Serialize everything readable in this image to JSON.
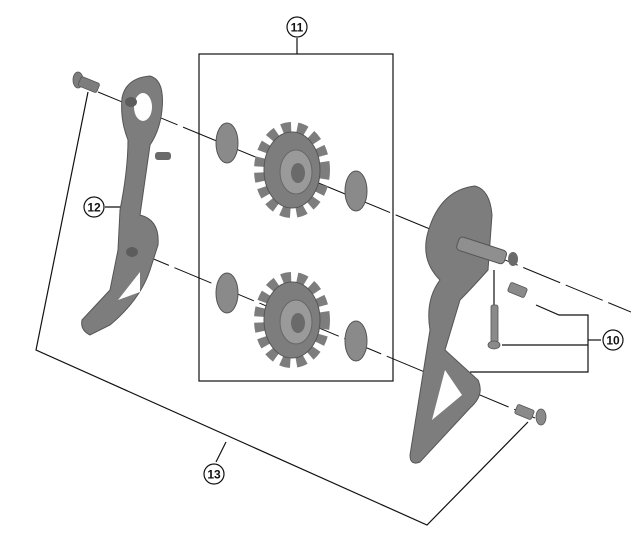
{
  "diagram": {
    "callouts": [
      {
        "id": "10",
        "label": "10"
      },
      {
        "id": "11",
        "label": "11"
      },
      {
        "id": "12",
        "label": "12"
      },
      {
        "id": "13",
        "label": "13"
      }
    ],
    "colors": {
      "part": "#7d7d7d",
      "part_dark": "#5c5c5c",
      "part_light": "#a4a4a4",
      "line": "#111111"
    }
  }
}
